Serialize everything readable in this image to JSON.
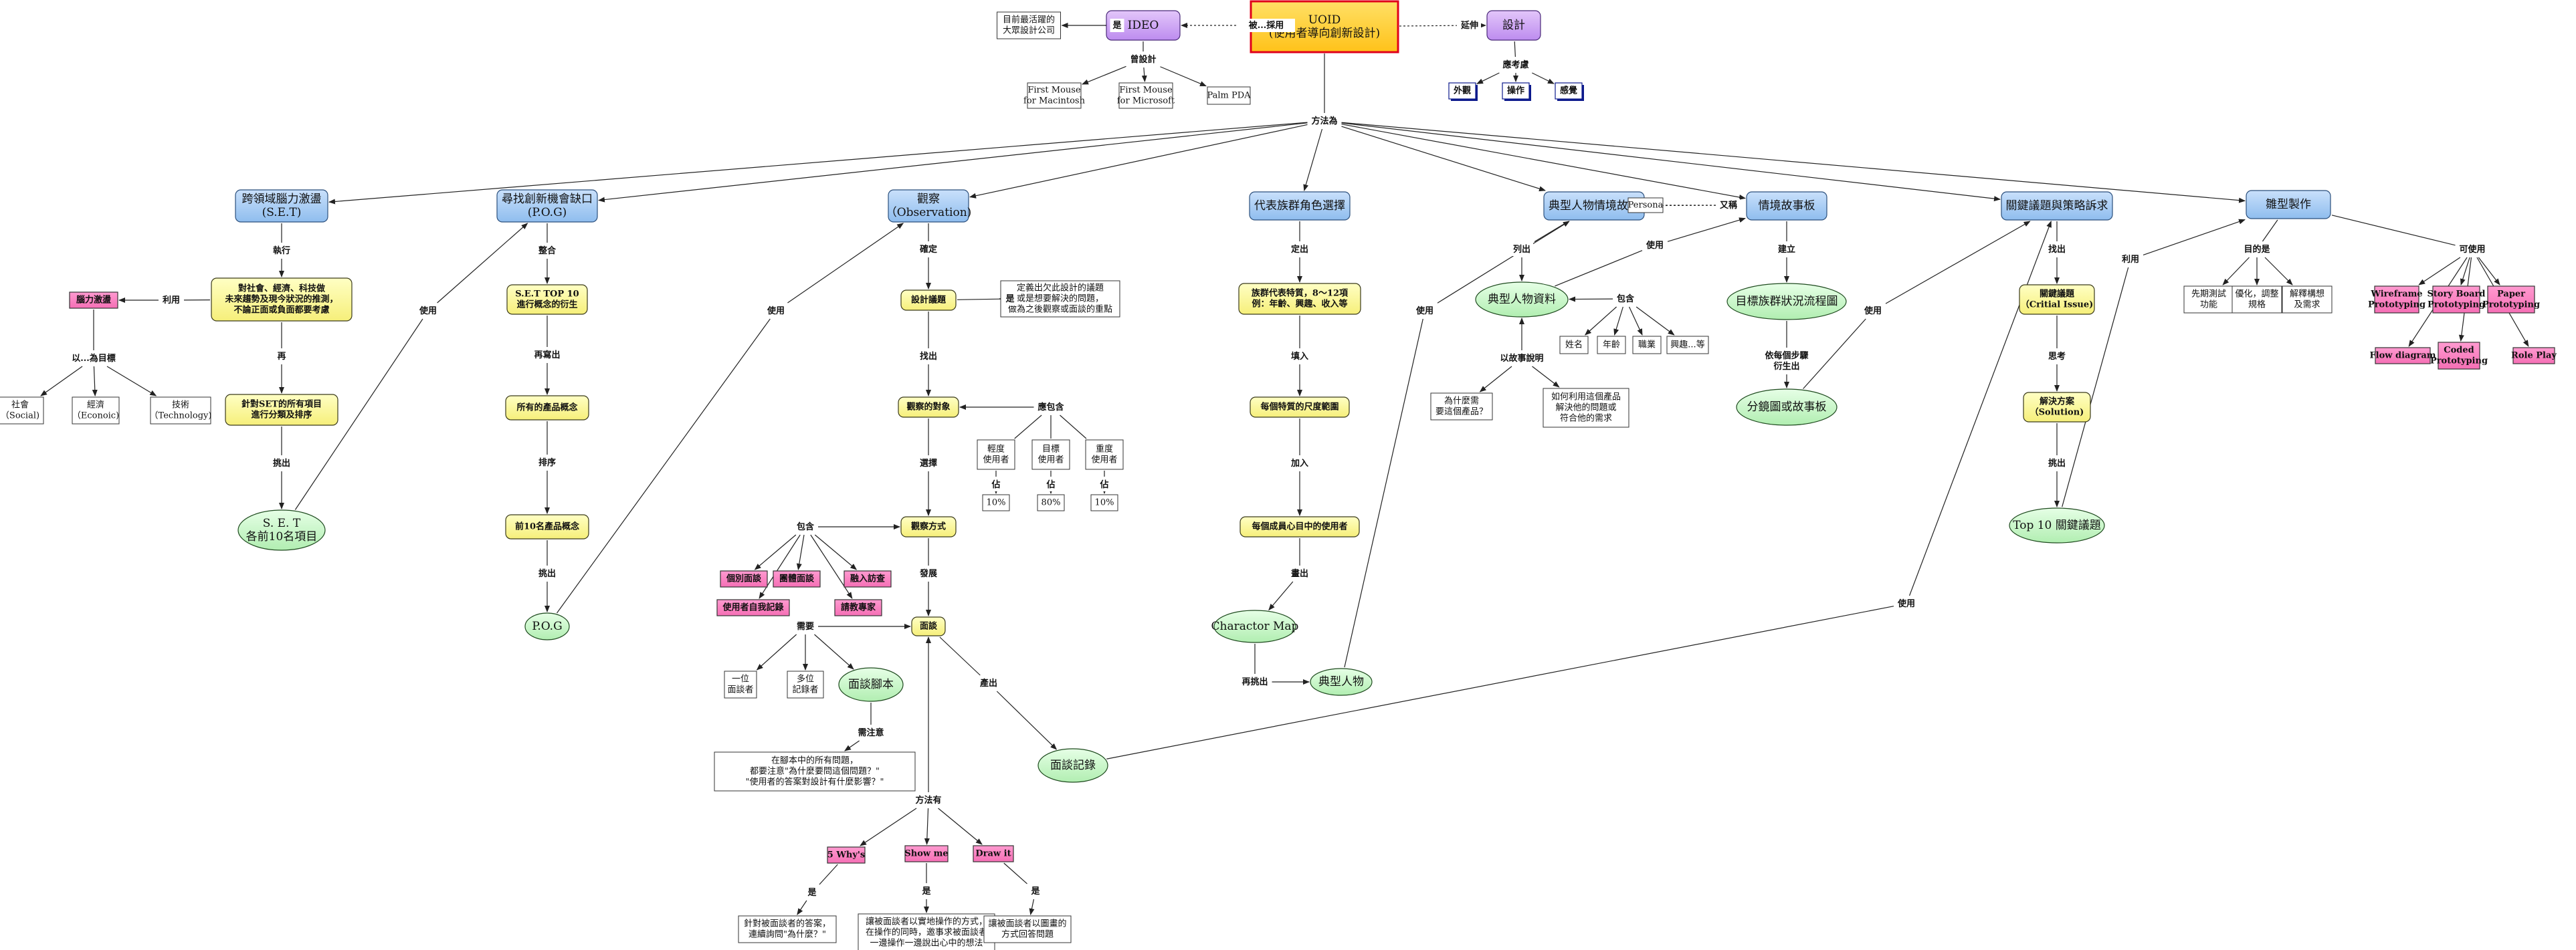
{
  "nodes": [
    {
      "id": "root",
      "shape": "rect",
      "style": "root",
      "lines": [
        "UOID",
        "(使用者導向創新設計)"
      ]
    },
    {
      "id": "ideo",
      "shape": "rect",
      "style": "purple",
      "lines": [
        "IDEO"
      ]
    },
    {
      "id": "design",
      "shape": "rect",
      "style": "purple",
      "lines": [
        "設計"
      ]
    },
    {
      "id": "ideo_desc",
      "shape": "rect",
      "style": "note",
      "lines": [
        "目前最活躍的",
        "大眾設計公司"
      ]
    },
    {
      "id": "mouse_mac",
      "shape": "rect",
      "style": "note",
      "lines": [
        "First Mouse",
        "for Macintosh"
      ]
    },
    {
      "id": "mouse_ms",
      "shape": "rect",
      "style": "note",
      "lines": [
        "First Mouse",
        "for Microsoft"
      ]
    },
    {
      "id": "palm",
      "shape": "rect",
      "style": "note",
      "lines": [
        "Palm PDA"
      ]
    },
    {
      "id": "d_ext",
      "shape": "rect",
      "style": "white-bold",
      "lines": [
        "外觀"
      ]
    },
    {
      "id": "d_op",
      "shape": "rect",
      "style": "white-bold",
      "lines": [
        "操作"
      ]
    },
    {
      "id": "d_feel",
      "shape": "rect",
      "style": "white-bold",
      "lines": [
        "感覺"
      ]
    },
    {
      "id": "set",
      "shape": "rect",
      "style": "blue",
      "lines": [
        "跨領域腦力激盪",
        "(S.E.T)"
      ]
    },
    {
      "id": "pog",
      "shape": "rect",
      "style": "blue",
      "lines": [
        "尋找創新機會缺口",
        "(P.O.G)"
      ]
    },
    {
      "id": "obs",
      "shape": "rect",
      "style": "blue",
      "lines": [
        "觀察",
        "（Observation)"
      ]
    },
    {
      "id": "role",
      "shape": "rect",
      "style": "blue",
      "lines": [
        "代表族群角色選擇"
      ]
    },
    {
      "id": "story",
      "shape": "rect",
      "style": "blue",
      "lines": [
        "典型人物情境故事"
      ]
    },
    {
      "id": "board",
      "shape": "rect",
      "style": "blue",
      "lines": [
        "情境故事板"
      ]
    },
    {
      "id": "issue",
      "shape": "rect",
      "style": "blue",
      "lines": [
        "關鍵議題與策略訴求"
      ]
    },
    {
      "id": "proto",
      "shape": "rect",
      "style": "blue",
      "lines": [
        "雛型製作"
      ]
    },
    {
      "id": "bs",
      "shape": "rect",
      "style": "pink",
      "lines": [
        "腦力激盪"
      ]
    },
    {
      "id": "set_y1",
      "shape": "rect",
      "style": "yellow",
      "lines": [
        "對社會、經濟、科技做",
        "未來趨勢及現今狀況的推測，",
        "不論正面或負面都要考慮"
      ]
    },
    {
      "id": "set_y2",
      "shape": "rect",
      "style": "yellow",
      "lines": [
        "針對SET的所有項目",
        "進行分類及排序"
      ]
    },
    {
      "id": "set_out",
      "shape": "ellipse",
      "style": "green",
      "lines": [
        "S. E. T",
        "各前10名項目"
      ]
    },
    {
      "id": "social",
      "shape": "rect",
      "style": "note",
      "lines": [
        "社會",
        "（Social)"
      ]
    },
    {
      "id": "econ",
      "shape": "rect",
      "style": "note",
      "lines": [
        "經濟",
        "（Econoic)"
      ]
    },
    {
      "id": "tech",
      "shape": "rect",
      "style": "note",
      "lines": [
        "技術",
        "（Technology)"
      ]
    },
    {
      "id": "pog_y1",
      "shape": "rect",
      "style": "yellow",
      "lines": [
        "S.E.T TOP 10",
        "進行概念的衍生"
      ]
    },
    {
      "id": "pog_y2",
      "shape": "rect",
      "style": "yellow",
      "lines": [
        "所有的產品概念"
      ]
    },
    {
      "id": "pog_y3",
      "shape": "rect",
      "style": "yellow",
      "lines": [
        "前10名產品概念"
      ]
    },
    {
      "id": "pog_out",
      "shape": "ellipse",
      "style": "green",
      "lines": [
        "P.O.G"
      ]
    },
    {
      "id": "obs_issue",
      "shape": "rect",
      "style": "yellow",
      "lines": [
        "設計議題"
      ]
    },
    {
      "id": "obs_issue_desc",
      "shape": "rect",
      "style": "note",
      "lines": [
        "定義出欠此設計的議題",
        "或是想要解決的問題，",
        "做為之後觀察或面談的重點"
      ]
    },
    {
      "id": "obs_target",
      "shape": "rect",
      "style": "yellow",
      "lines": [
        "觀察的對象"
      ]
    },
    {
      "id": "obs_light",
      "shape": "rect",
      "style": "note",
      "lines": [
        "輕度",
        "使用者"
      ]
    },
    {
      "id": "obs_target_user",
      "shape": "rect",
      "style": "note",
      "lines": [
        "目標",
        "使用者"
      ]
    },
    {
      "id": "obs_heavy",
      "shape": "rect",
      "style": "note",
      "lines": [
        "重度",
        "使用者"
      ]
    },
    {
      "id": "pct1",
      "shape": "rect",
      "style": "note",
      "lines": [
        "10%"
      ]
    },
    {
      "id": "pct2",
      "shape": "rect",
      "style": "note",
      "lines": [
        "80%"
      ]
    },
    {
      "id": "pct3",
      "shape": "rect",
      "style": "note",
      "lines": [
        "10%"
      ]
    },
    {
      "id": "obs_method",
      "shape": "rect",
      "style": "yellow",
      "lines": [
        "觀察方式"
      ]
    },
    {
      "id": "m1",
      "shape": "rect",
      "style": "pink",
      "lines": [
        "個別面談"
      ]
    },
    {
      "id": "m2",
      "shape": "rect",
      "style": "pink",
      "lines": [
        "團體面談"
      ]
    },
    {
      "id": "m3",
      "shape": "rect",
      "style": "pink",
      "lines": [
        "融入訪查"
      ]
    },
    {
      "id": "m4",
      "shape": "rect",
      "style": "pink",
      "lines": [
        "使用者自我記錄"
      ]
    },
    {
      "id": "m5",
      "shape": "rect",
      "style": "pink",
      "lines": [
        "請教專家"
      ]
    },
    {
      "id": "interview",
      "shape": "rect",
      "style": "yellow",
      "lines": [
        "面談"
      ]
    },
    {
      "id": "one_int",
      "shape": "rect",
      "style": "note",
      "lines": [
        "一位",
        "面談者"
      ]
    },
    {
      "id": "multi_rec",
      "shape": "rect",
      "style": "note",
      "lines": [
        "多位",
        "記錄者"
      ]
    },
    {
      "id": "script",
      "shape": "ellipse",
      "style": "green",
      "lines": [
        "面談腳本"
      ]
    },
    {
      "id": "script_desc",
      "shape": "rect",
      "style": "note",
      "lines": [
        "在腳本中的所有問題，",
        "都要注意\"為什麼要問這個問題？\"",
        "\"使用者的答案對設計有什麼影響？\""
      ]
    },
    {
      "id": "record",
      "shape": "ellipse",
      "style": "green",
      "lines": [
        "面談記錄"
      ]
    },
    {
      "id": "why5",
      "shape": "rect",
      "style": "pink",
      "lines": [
        "5 Why's"
      ]
    },
    {
      "id": "showme",
      "shape": "rect",
      "style": "pink",
      "lines": [
        "Show me"
      ]
    },
    {
      "id": "drawit",
      "shape": "rect",
      "style": "pink",
      "lines": [
        "Draw it"
      ]
    },
    {
      "id": "why5_desc",
      "shape": "rect",
      "style": "note",
      "lines": [
        "針對被面談者的答案，",
        "連續詢問\"為什麼？\""
      ]
    },
    {
      "id": "showme_desc",
      "shape": "rect",
      "style": "note",
      "lines": [
        "讓被面談者以實地操作的方式，",
        "在操作的同時，邀事求被面談者",
        "一邊操作一邊說出心中的想法"
      ]
    },
    {
      "id": "drawit_desc",
      "shape": "rect",
      "style": "note",
      "lines": [
        "讓被面談者以圖畫的",
        "方式回答問題"
      ]
    },
    {
      "id": "role_y1",
      "shape": "rect",
      "style": "yellow",
      "lines": [
        "族群代表特質，8～12項",
        "例：年齡、興趣、收入等"
      ]
    },
    {
      "id": "role_y2",
      "shape": "rect",
      "style": "yellow",
      "lines": [
        "每個特質的尺度範圍"
      ]
    },
    {
      "id": "role_y3",
      "shape": "rect",
      "style": "yellow",
      "lines": [
        "每個成員心目中的使用者"
      ]
    },
    {
      "id": "charmap",
      "shape": "ellipse",
      "style": "green",
      "lines": [
        "Charactor Map"
      ]
    },
    {
      "id": "persona_typ",
      "shape": "ellipse",
      "style": "green",
      "lines": [
        "典型人物"
      ]
    },
    {
      "id": "persona_en",
      "shape": "rect",
      "style": "note",
      "lines": [
        "Persona"
      ]
    },
    {
      "id": "persona_data",
      "shape": "ellipse",
      "style": "green",
      "lines": [
        "典型人物資料"
      ]
    },
    {
      "id": "p_name",
      "shape": "rect",
      "style": "note",
      "lines": [
        "姓名"
      ]
    },
    {
      "id": "p_age",
      "shape": "rect",
      "style": "note",
      "lines": [
        "年齡"
      ]
    },
    {
      "id": "p_job",
      "shape": "rect",
      "style": "note",
      "lines": [
        "職業"
      ]
    },
    {
      "id": "p_hobby",
      "shape": "rect",
      "style": "note",
      "lines": [
        "興趣...等"
      ]
    },
    {
      "id": "p_why",
      "shape": "rect",
      "style": "note",
      "lines": [
        "為什麼需",
        "要這個產品？"
      ]
    },
    {
      "id": "p_how",
      "shape": "rect",
      "style": "note",
      "lines": [
        "如何利用這個產品",
        "解決他的問題或",
        "符合他的需求"
      ]
    },
    {
      "id": "board_flow",
      "shape": "ellipse",
      "style": "green",
      "lines": [
        "目標族群狀況流程圖"
      ]
    },
    {
      "id": "board_out",
      "shape": "ellipse",
      "style": "green",
      "lines": [
        "分鏡圖或故事板"
      ]
    },
    {
      "id": "critical",
      "shape": "rect",
      "style": "yellow",
      "lines": [
        "關鍵議題",
        "（Critial Issue)"
      ]
    },
    {
      "id": "solution",
      "shape": "rect",
      "style": "yellow",
      "lines": [
        "解決方案",
        "（Solution)"
      ]
    },
    {
      "id": "top10",
      "shape": "ellipse",
      "style": "green",
      "lines": [
        "Top 10 關鍵議題"
      ]
    },
    {
      "id": "pr_test",
      "shape": "rect",
      "style": "note",
      "lines": [
        "先期測試",
        "功能"
      ]
    },
    {
      "id": "pr_opt",
      "shape": "rect",
      "style": "note",
      "lines": [
        "優化，調整",
        "規格"
      ]
    },
    {
      "id": "pr_arch",
      "shape": "rect",
      "style": "note",
      "lines": [
        "解釋構想",
        "及需求"
      ]
    },
    {
      "id": "pr_wire",
      "shape": "rect",
      "style": "pink",
      "lines": [
        "Wireframe",
        "Prototyping"
      ]
    },
    {
      "id": "pr_sb",
      "shape": "rect",
      "style": "pink",
      "lines": [
        "Story Board",
        "Prototyping"
      ]
    },
    {
      "id": "pr_paper",
      "shape": "rect",
      "style": "pink",
      "lines": [
        "Paper",
        "Prototyping"
      ]
    },
    {
      "id": "pr_flow",
      "shape": "rect",
      "style": "pink",
      "lines": [
        "Flow diagram"
      ]
    },
    {
      "id": "pr_code",
      "shape": "rect",
      "style": "pink",
      "lines": [
        "Coded",
        "Prototyping"
      ]
    },
    {
      "id": "pr_role",
      "shape": "rect",
      "style": "pink",
      "lines": [
        "Role Play"
      ]
    }
  ],
  "labels": [
    {
      "id": "l_method",
      "text": "方法為"
    },
    {
      "id": "l_adopt",
      "text": "被...採用"
    },
    {
      "id": "l_extend",
      "text": "延伸"
    },
    {
      "id": "l_is1",
      "text": "是"
    },
    {
      "id": "l_designed",
      "text": "曾設計"
    },
    {
      "id": "l_consider",
      "text": "應考慮"
    },
    {
      "id": "l_exec",
      "text": "執行"
    },
    {
      "id": "l_use1",
      "text": "利用"
    },
    {
      "id": "l_goal",
      "text": "以...為目標"
    },
    {
      "id": "l_then1",
      "text": "再"
    },
    {
      "id": "l_pick1",
      "text": "挑出"
    },
    {
      "id": "l_use2",
      "text": "使用"
    },
    {
      "id": "l_integrate",
      "text": "整合"
    },
    {
      "id": "l_rewrite",
      "text": "再寫出"
    },
    {
      "id": "l_sort",
      "text": "排序"
    },
    {
      "id": "l_pick2",
      "text": "挑出"
    },
    {
      "id": "l_use3",
      "text": "使用"
    },
    {
      "id": "l_define",
      "text": "確定"
    },
    {
      "id": "l_is2",
      "text": "是"
    },
    {
      "id": "l_find1",
      "text": "找出"
    },
    {
      "id": "l_include1",
      "text": "應包含"
    },
    {
      "id": "l_occupy1",
      "text": "佔"
    },
    {
      "id": "l_occupy2",
      "text": "佔"
    },
    {
      "id": "l_occupy3",
      "text": "佔"
    },
    {
      "id": "l_choose",
      "text": "選擇"
    },
    {
      "id": "l_include2",
      "text": "包含"
    },
    {
      "id": "l_develop",
      "text": "發展"
    },
    {
      "id": "l_need",
      "text": "需要"
    },
    {
      "id": "l_note",
      "text": "需注意"
    },
    {
      "id": "l_produce",
      "text": "產出"
    },
    {
      "id": "l_methods",
      "text": "方法有"
    },
    {
      "id": "l_is3",
      "text": "是"
    },
    {
      "id": "l_is4",
      "text": "是"
    },
    {
      "id": "l_is5",
      "text": "是"
    },
    {
      "id": "l_decide",
      "text": "定出"
    },
    {
      "id": "l_fill1",
      "text": "填入"
    },
    {
      "id": "l_fill2",
      "text": "加入"
    },
    {
      "id": "l_draw",
      "text": "畫出"
    },
    {
      "id": "l_pick3",
      "text": "再挑出"
    },
    {
      "id": "l_use4",
      "text": "使用"
    },
    {
      "id": "l_aka",
      "text": "又稱"
    },
    {
      "id": "l_list",
      "text": "列出"
    },
    {
      "id": "l_use5",
      "text": "使用"
    },
    {
      "id": "l_include3",
      "text": "包含"
    },
    {
      "id": "l_story",
      "text": "以故事說明"
    },
    {
      "id": "l_build",
      "text": "建立"
    },
    {
      "id": "l_derive",
      "text": "依每個步驟\n衍生出"
    },
    {
      "id": "l_use6",
      "text": "使用"
    },
    {
      "id": "l_find2",
      "text": "找出"
    },
    {
      "id": "l_think",
      "text": "思考"
    },
    {
      "id": "l_pick4",
      "text": "挑出"
    },
    {
      "id": "l_use7",
      "text": "使用"
    },
    {
      "id": "l_use8",
      "text": "利用"
    },
    {
      "id": "l_purpose",
      "text": "目的是"
    },
    {
      "id": "l_usable",
      "text": "可使用"
    }
  ]
}
